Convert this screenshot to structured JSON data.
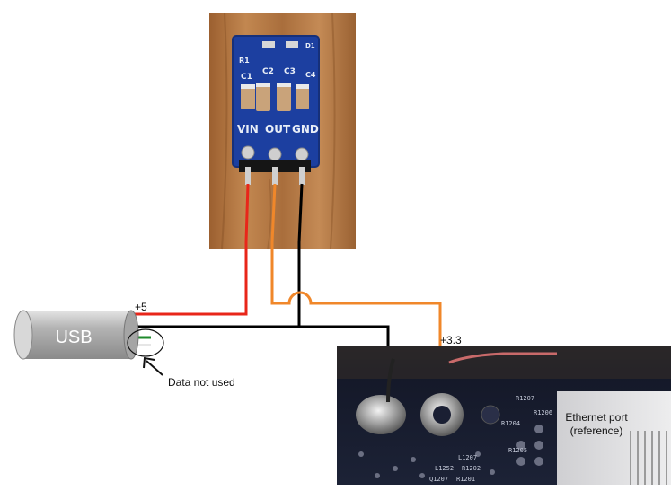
{
  "labels": {
    "usb": "USB",
    "plus5": "+5",
    "minus": "-",
    "data_not_used": "Data not used",
    "plus33": "+3.3",
    "ethernet_line1": "Ethernet port",
    "ethernet_line2": "(reference)"
  },
  "regulator_board": {
    "pins": [
      "VIN",
      "OUT",
      "GND"
    ],
    "components": [
      "C1",
      "C2",
      "C3",
      "C4",
      "R1",
      "D1"
    ]
  },
  "pcb_markings": [
    "R1207",
    "R1206",
    "R1204",
    "R1205",
    "L1207",
    "R1202",
    "R1201",
    "L1252",
    "Q1207"
  ],
  "colors": {
    "wire_plus5": "#e8261a",
    "wire_plus33": "#f0872a",
    "wire_ground": "#000000",
    "wire_data_green": "#1f8a2c",
    "board_blue": "#1c3fa0",
    "wood": "#b57a45",
    "pcb_dark": "#1a1f33"
  }
}
